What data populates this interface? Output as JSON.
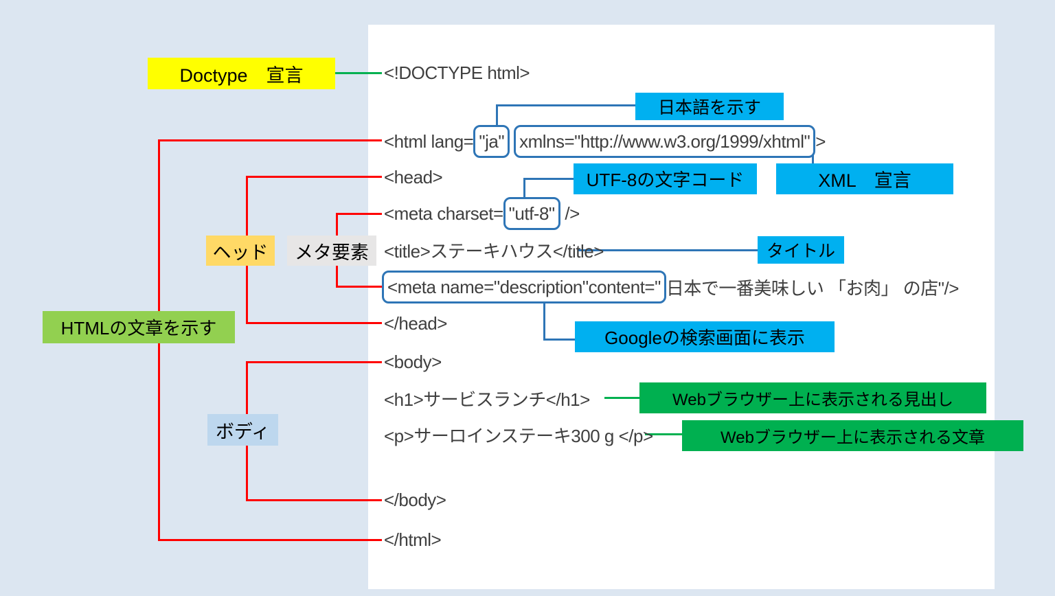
{
  "diagram_title": "HTML document structure diagram",
  "colors": {
    "background": "#dce6f1",
    "panel": "#ffffff",
    "label_yellow": "#ffff00",
    "label_cyan": "#00b0f0",
    "label_dark_green": "#00b050",
    "label_light_green": "#92d050",
    "label_orange": "#ffd966",
    "label_gray": "#e7e6e6",
    "label_light_blue": "#bdd7ee",
    "line_red": "#ff0000",
    "line_green": "#00b050",
    "line_blue": "#2e75b6",
    "code_text": "#3f3f3f"
  },
  "labels": {
    "doctype": "Doctype　宣言",
    "japanese": "日本語を示す",
    "xml": "XML　宣言",
    "utf8": "UTF-8の文字コード",
    "title": "タイトル",
    "google": "Googleの検索画面に表示",
    "head": "ヘッド",
    "meta": "メタ要素",
    "body": "ボディ",
    "html_doc": "HTMLの文章を示す",
    "h1": "Webブラウザー上に表示される見出し",
    "p": "Webブラウザー上に表示される文章"
  },
  "code": {
    "doctype": "<!DOCTYPE html>",
    "html_pre": "<html lang=",
    "html_ja": "\"ja\"",
    "html_xmlns": "xmlns=\"http://www.w3.org/1999/xhtml\"",
    "html_post": ">",
    "head_open": "<head>",
    "meta_charset_pre": "<meta charset=",
    "meta_charset_val": "\"utf-8\"",
    "meta_charset_post": " />",
    "title_line": "<title>ステーキハウス</title>",
    "meta_desc_boxed": "<meta name=\"description\"content=\"",
    "meta_desc_rest": "日本で一番美味しい 「お肉」 の店\"/>",
    "head_close": "</head>",
    "body_open": "<body>",
    "h1_line": "<h1>サービスランチ</h1>",
    "p_line": "<p>サーロインステーキ300 g </p>",
    "body_close": "</body>",
    "html_close": "</html>"
  }
}
